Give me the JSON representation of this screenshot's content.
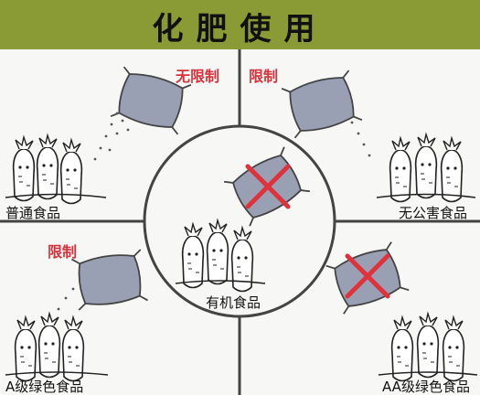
{
  "title": "化肥使用",
  "quadrants": {
    "top_left": {
      "fertilizer": "无限制",
      "food": "普通食品"
    },
    "top_right": {
      "fertilizer": "限制",
      "food": "无公害食品"
    },
    "bottom_left": {
      "fertilizer": "限制",
      "food": "A级绿色食品"
    },
    "bottom_right": {
      "food": "AA级绿色食品"
    }
  },
  "center": {
    "food": "有机食品"
  },
  "colors": {
    "header": "#8a9a35",
    "restriction_text": "#d8323c",
    "cross_mark": "#e0323c",
    "bag": "#9aa0b4"
  }
}
